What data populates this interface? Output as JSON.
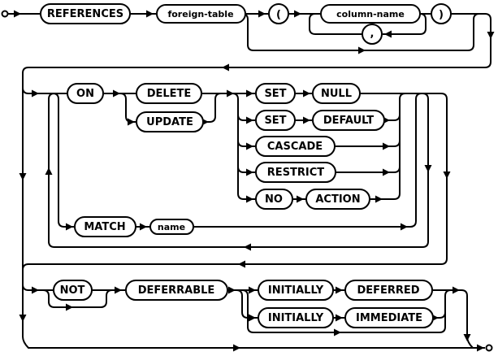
{
  "diagram": {
    "title": "foreign-key-clause railroad syntax diagram",
    "colors": {
      "line": "#000000",
      "background": "#ffffff",
      "node_fill": "#ffffff"
    },
    "nodes": {
      "references": {
        "label": "REFERENCES",
        "kind": "keyword"
      },
      "foreign_table": {
        "label": "foreign-table",
        "kind": "nonterminal"
      },
      "lparen": {
        "label": "(",
        "kind": "punctuation"
      },
      "column_name": {
        "label": "column-name",
        "kind": "nonterminal"
      },
      "comma": {
        "label": ",",
        "kind": "punctuation"
      },
      "rparen": {
        "label": ")",
        "kind": "punctuation"
      },
      "on": {
        "label": "ON",
        "kind": "keyword"
      },
      "delete": {
        "label": "DELETE",
        "kind": "keyword"
      },
      "update": {
        "label": "UPDATE",
        "kind": "keyword"
      },
      "set1": {
        "label": "SET",
        "kind": "keyword"
      },
      "null": {
        "label": "NULL",
        "kind": "keyword"
      },
      "set2": {
        "label": "SET",
        "kind": "keyword"
      },
      "default": {
        "label": "DEFAULT",
        "kind": "keyword"
      },
      "cascade": {
        "label": "CASCADE",
        "kind": "keyword"
      },
      "restrict": {
        "label": "RESTRICT",
        "kind": "keyword"
      },
      "no": {
        "label": "NO",
        "kind": "keyword"
      },
      "action": {
        "label": "ACTION",
        "kind": "keyword"
      },
      "match": {
        "label": "MATCH",
        "kind": "keyword"
      },
      "name": {
        "label": "name",
        "kind": "nonterminal"
      },
      "not": {
        "label": "NOT",
        "kind": "keyword"
      },
      "deferrable": {
        "label": "DEFERRABLE",
        "kind": "keyword"
      },
      "initially1": {
        "label": "INITIALLY",
        "kind": "keyword"
      },
      "deferred": {
        "label": "DEFERRED",
        "kind": "keyword"
      },
      "initially2": {
        "label": "INITIALLY",
        "kind": "keyword"
      },
      "immediate": {
        "label": "IMMEDIATE",
        "kind": "keyword"
      }
    }
  }
}
